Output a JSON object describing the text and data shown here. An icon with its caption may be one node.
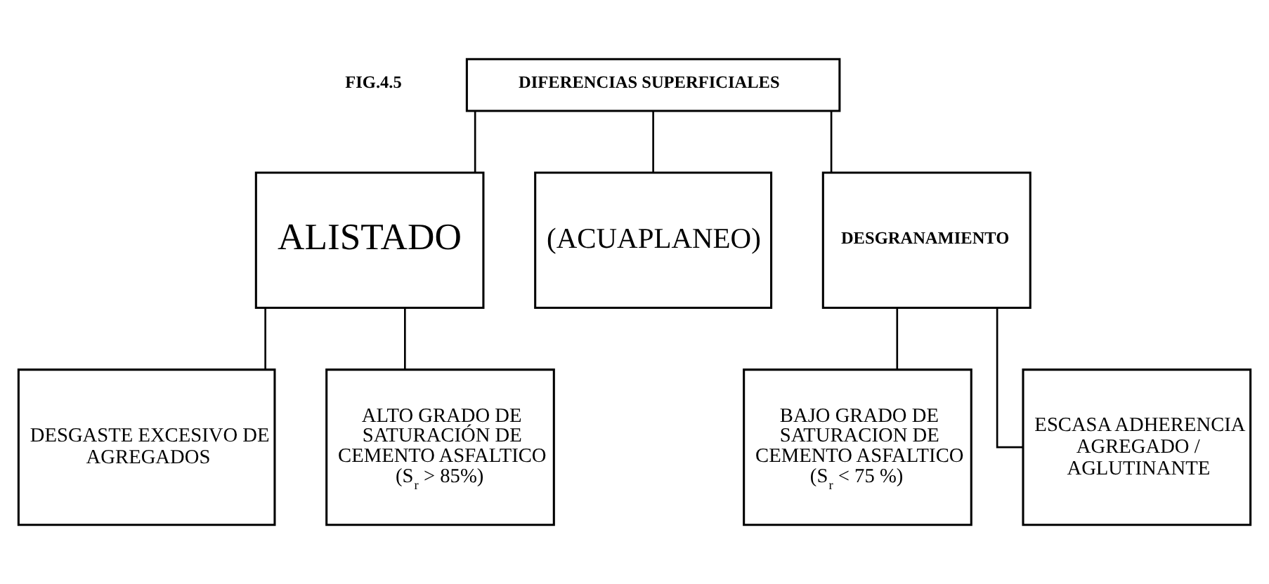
{
  "diagram": {
    "nodes": [
      {
        "text": [
          "DIFERENCIAS SUPERFICIALES"
        ]
      },
      {
        "text": [
          "ALISTADO"
        ]
      },
      {
        "text": [
          "(ACUAPLANEO)"
        ]
      },
      {
        "text": [
          "DESGRANAMIENTO"
        ]
      },
      {
        "text": [
          "DESGASTE EXCESIVO DE AGREGADOS"
        ]
      },
      {
        "text": [
          "ALTO GRADO DE SATURACIÓN DE CEMENTO ASFALTICO (S$_{r}$ > 85%)"
        ]
      },
      {
        "text": [
          "BAJO GRADO DE SATURACION DE CEMENTO ASFALTICO (S$_{r}$ < 75 %)"
        ]
      },
      {
        "text": [
          "ESCASA ADHERENCIA AGREGADO / AGLUTINANTE"
        ]
      }
    ],
    "edges": [
      {
        "from": 0,
        "to": 1,
        "arrow": "none"
      },
      {
        "from": 0,
        "to": 2,
        "arrow": "none"
      },
      {
        "from": 0,
        "to": 3,
        "arrow": "none"
      },
      {
        "from": 1,
        "to": 4,
        "arrow": "none"
      },
      {
        "from": 1,
        "to": 5,
        "arrow": "none"
      },
      {
        "from": 3,
        "to": 6,
        "arrow": "none"
      },
      {
        "from": 3,
        "to": 7,
        "arrow": "none"
      }
    ],
    "labels": [
      "FIG.4.5"
    ]
  }
}
